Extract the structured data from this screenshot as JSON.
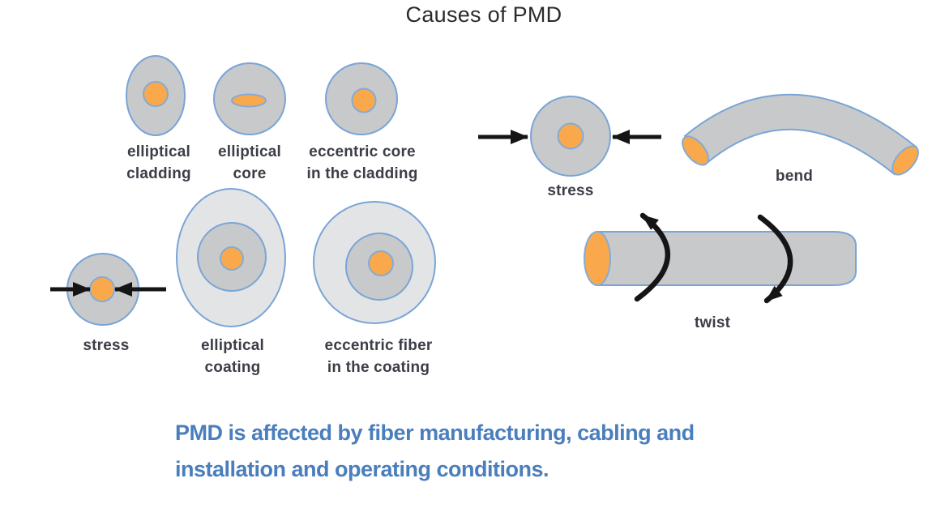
{
  "title": "Causes of PMD",
  "cross_sections": {
    "elliptical_cladding": {
      "line1": "elliptical",
      "line2": "cladding"
    },
    "elliptical_core": {
      "line1": "elliptical",
      "line2": "core"
    },
    "eccentric_core": {
      "line1": "eccentric core",
      "line2": "in the cladding"
    },
    "stress_left": {
      "line1": "stress"
    },
    "elliptical_coating": {
      "line1": "elliptical",
      "line2": "coating"
    },
    "eccentric_fiber": {
      "line1": "eccentric fiber",
      "line2": "in the coating"
    },
    "stress_right": {
      "line1": "stress"
    },
    "bend": {
      "line1": "bend"
    },
    "twist": {
      "line1": "twist"
    }
  },
  "caption": {
    "line1": "PMD is affected by fiber manufacturing, cabling and",
    "line2": "installation and operating conditions."
  },
  "colors": {
    "cladding_gray": "#c8c9ca",
    "coating_gray": "#e3e4e6",
    "outline_blue": "#79a5d6",
    "core_orange": "#f9a94c",
    "core_ring_blue": "#83abd8",
    "arrow_black": "#151515",
    "label_text": "#3c3e47",
    "title_text": "#2b2b2b",
    "caption_blue": "#4a7ebc"
  }
}
